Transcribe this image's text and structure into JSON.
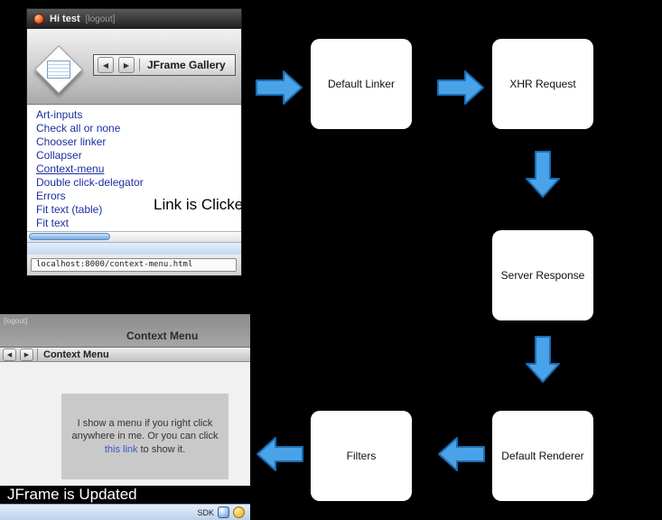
{
  "colors": {
    "arrow_fill": "#4aa3e8",
    "arrow_stroke": "#1a6cb2",
    "link_blue": "#1b2fa0"
  },
  "icons": {
    "back": "◀",
    "forward": "▶"
  },
  "flow": {
    "boxes": [
      {
        "label": "Default Linker"
      },
      {
        "label": "XHR Request"
      },
      {
        "label": "Server Response"
      },
      {
        "label": "Default Renderer"
      },
      {
        "label": "Filters"
      }
    ]
  },
  "captions": {
    "link_clicked": "Link is Clicked",
    "jframe_updated": "JFrame is Updated"
  },
  "gallery_window": {
    "title": "Hi test",
    "logout": "[logout]",
    "gallery_title": "JFrame Gallery",
    "links": [
      "Art-inputs",
      "Check all or none",
      "Chooser linker",
      "Collapser",
      "Context-menu",
      "Double click-delegator",
      "Errors",
      "Fit text (table)",
      "Fit text"
    ],
    "status_url": "localhost:8000/context-menu.html"
  },
  "context_window": {
    "logout": "[logout]",
    "page_heading": "Context Menu",
    "toolbar_title": "Context Menu",
    "body_text_before": "I show a menu if you right click anywhere in me. Or you can click",
    "body_link": "this link",
    "body_text_after": "to show it.",
    "taskbar_label": "SDK"
  }
}
